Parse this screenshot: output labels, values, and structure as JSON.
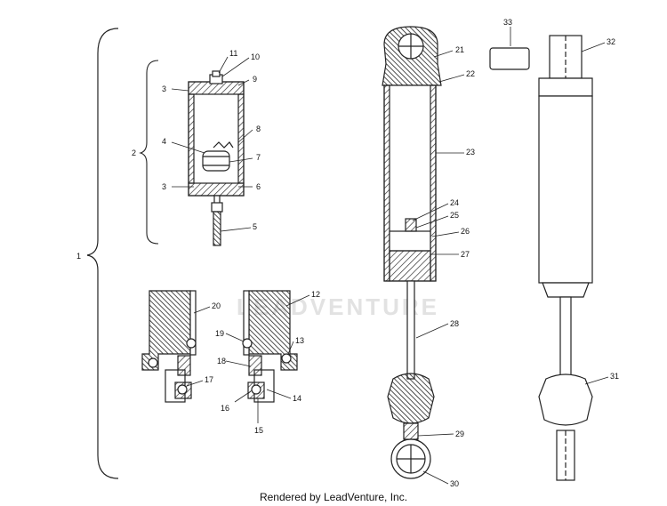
{
  "diagram": {
    "callouts": [
      "1",
      "2",
      "3",
      "3",
      "4",
      "5",
      "6",
      "7",
      "8",
      "9",
      "10",
      "11",
      "12",
      "13",
      "14",
      "15",
      "16",
      "17",
      "18",
      "19",
      "20",
      "21",
      "22",
      "23",
      "24",
      "25",
      "26",
      "27",
      "28",
      "29",
      "30",
      "31",
      "32",
      "33"
    ]
  },
  "watermark": "LEADVENTURE",
  "footer": "Rendered by LeadVenture, Inc."
}
